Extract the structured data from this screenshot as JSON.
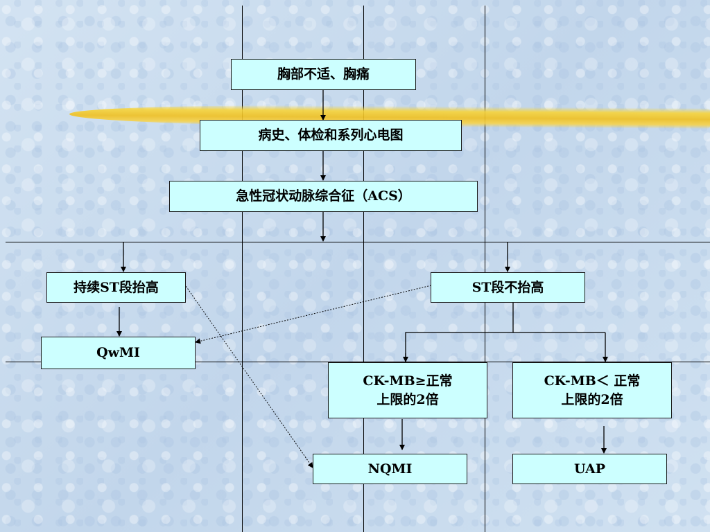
{
  "nodes": {
    "chest_pain": "胸部不适、胸痛",
    "history_ecg": "病史、体检和系列心电图",
    "acs": "急性冠状动脉综合征（ACS）",
    "st_elevation": "持续ST段抬高",
    "st_no_elevation": "ST段不抬高",
    "qwmi": "QwMI",
    "ckmb_high_line1": "CK-MB≥正常",
    "ckmb_high_line2": "上限的2倍",
    "ckmb_low_line1": "CK-MB＜ 正常",
    "ckmb_low_line2": "上限的2倍",
    "nqmi": "NQMI",
    "uap": "UAP"
  },
  "colors": {
    "box_fill": "#ccffff",
    "background": "#c9dcef",
    "highlight": "#f0c020"
  }
}
